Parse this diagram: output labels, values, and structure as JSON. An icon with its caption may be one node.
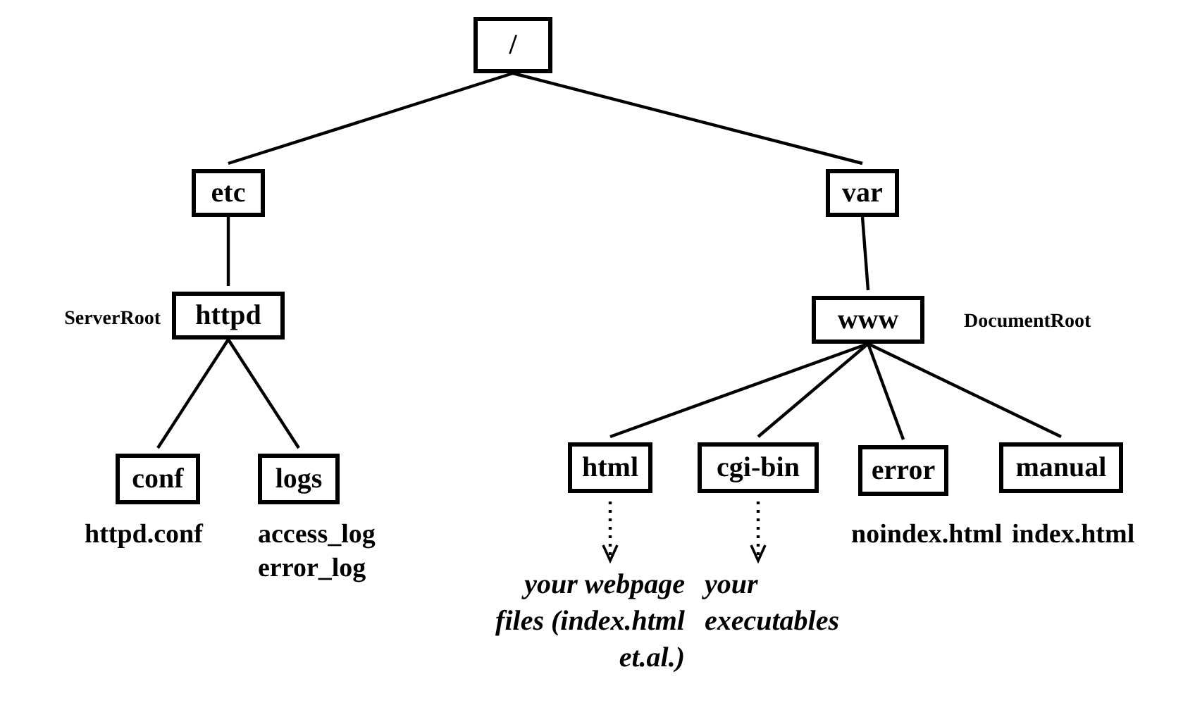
{
  "diagram": {
    "nodes": [
      {
        "text": [
          "/"
        ]
      },
      {
        "text": [
          "etc"
        ]
      },
      {
        "text": [
          "var"
        ]
      },
      {
        "text": [
          "httpd"
        ],
        "beside": [
          "ServerRoot"
        ]
      },
      {
        "text": [
          "www"
        ],
        "beside": [
          "DocumentRoot"
        ]
      },
      {
        "text": [
          "conf"
        ],
        "beside": [
          "httpd.conf"
        ]
      },
      {
        "text": [
          "logs"
        ],
        "beside": [
          "access_log",
          "error_log"
        ]
      },
      {
        "text": [
          "html"
        ]
      },
      {
        "text": [
          "cgi-bin"
        ]
      },
      {
        "text": [
          "error"
        ],
        "beside": [
          "noindex.html"
        ]
      },
      {
        "text": [
          "manual"
        ],
        "beside": [
          "index.html"
        ]
      },
      {
        "text": [
          "your webpage files (index.html et.al.)"
        ]
      },
      {
        "text": [
          "your executables"
        ]
      }
    ],
    "edges": [
      {
        "from": 0,
        "to": 1,
        "arrow": "none"
      },
      {
        "from": 0,
        "to": 2,
        "arrow": "none"
      },
      {
        "from": 1,
        "to": 3,
        "arrow": "none"
      },
      {
        "from": 2,
        "to": 4,
        "arrow": "none"
      },
      {
        "from": 3,
        "to": 5,
        "arrow": "none"
      },
      {
        "from": 3,
        "to": 6,
        "arrow": "none"
      },
      {
        "from": 4,
        "to": 7,
        "arrow": "none"
      },
      {
        "from": 4,
        "to": 8,
        "arrow": "none"
      },
      {
        "from": 4,
        "to": 9,
        "arrow": "none"
      },
      {
        "from": 4,
        "to": 10,
        "arrow": "none"
      },
      {
        "from": 7,
        "to": 11,
        "arrow": "to",
        "style": "dashed"
      },
      {
        "from": 8,
        "to": 12,
        "arrow": "to",
        "style": "dashed"
      }
    ]
  }
}
